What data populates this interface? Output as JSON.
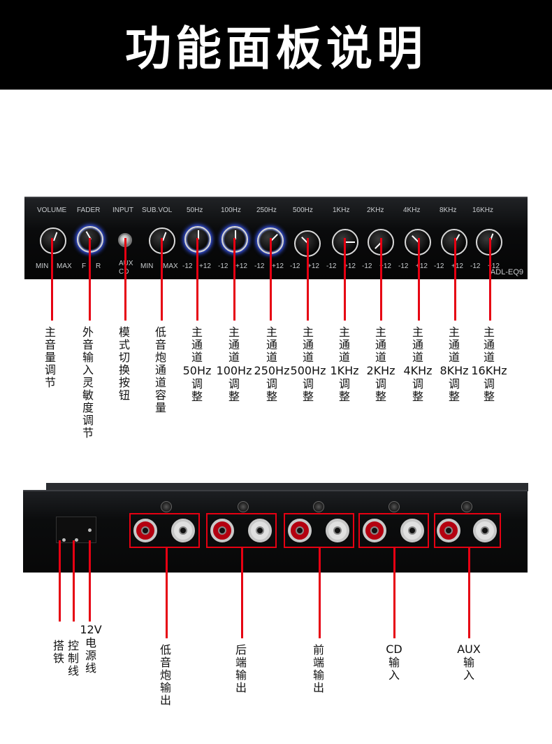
{
  "banner": {
    "title": "功能面板说明"
  },
  "front_panel": {
    "top_labels": [
      "VOLUME",
      "FADER",
      "INPUT",
      "SUB.VOL",
      "50Hz",
      "100Hz",
      "250Hz",
      "500Hz",
      "1KHz",
      "2KHz",
      "4KHz",
      "8KHz",
      "16KHz"
    ],
    "bottom_labels": [
      "MIN",
      "MAX",
      "F",
      "R",
      "AUX",
      "CD",
      "MIN",
      "MAX",
      "-12",
      "+12",
      "-12",
      "+12",
      "-12",
      "+12",
      "-12",
      "+12",
      "-12",
      "+12",
      "-12",
      "+12",
      "-12",
      "+12",
      "-12",
      "+12",
      "-12",
      "+12"
    ],
    "model": "ADL-EQ9"
  },
  "front_captions": [
    "主音量调节",
    "外音输入灵敏度调节",
    "模式切换按钮",
    "低音炮通道容量",
    [
      "主通道",
      "50Hz",
      "调整"
    ],
    [
      "主通道",
      "100Hz",
      "调整"
    ],
    [
      "主通道",
      "250Hz",
      "调整"
    ],
    [
      "主通道",
      "500Hz",
      "调整"
    ],
    [
      "主通道",
      "1KHz",
      "调整"
    ],
    [
      "主通道",
      "2KHz",
      "调整"
    ],
    [
      "主通道",
      "4KHz",
      "调整"
    ],
    [
      "主通道",
      "8KHz",
      "调整"
    ],
    [
      "主通道",
      "16KHz",
      "调整"
    ]
  ],
  "back_captions": {
    "ground": "搭铁",
    "control": "控制线",
    "power_voltage": "12V",
    "power": "电源线",
    "sub_out": "低音炮输出",
    "rear_out": "后端输出",
    "front_out": "前端输出",
    "cd_label": "CD",
    "cd_in": "输入",
    "aux_label": "AUX",
    "aux_in": "输入"
  },
  "colors": {
    "accent_red": "#e60012",
    "banner_bg": "#000000",
    "knob_glow": "#3b5bff"
  }
}
